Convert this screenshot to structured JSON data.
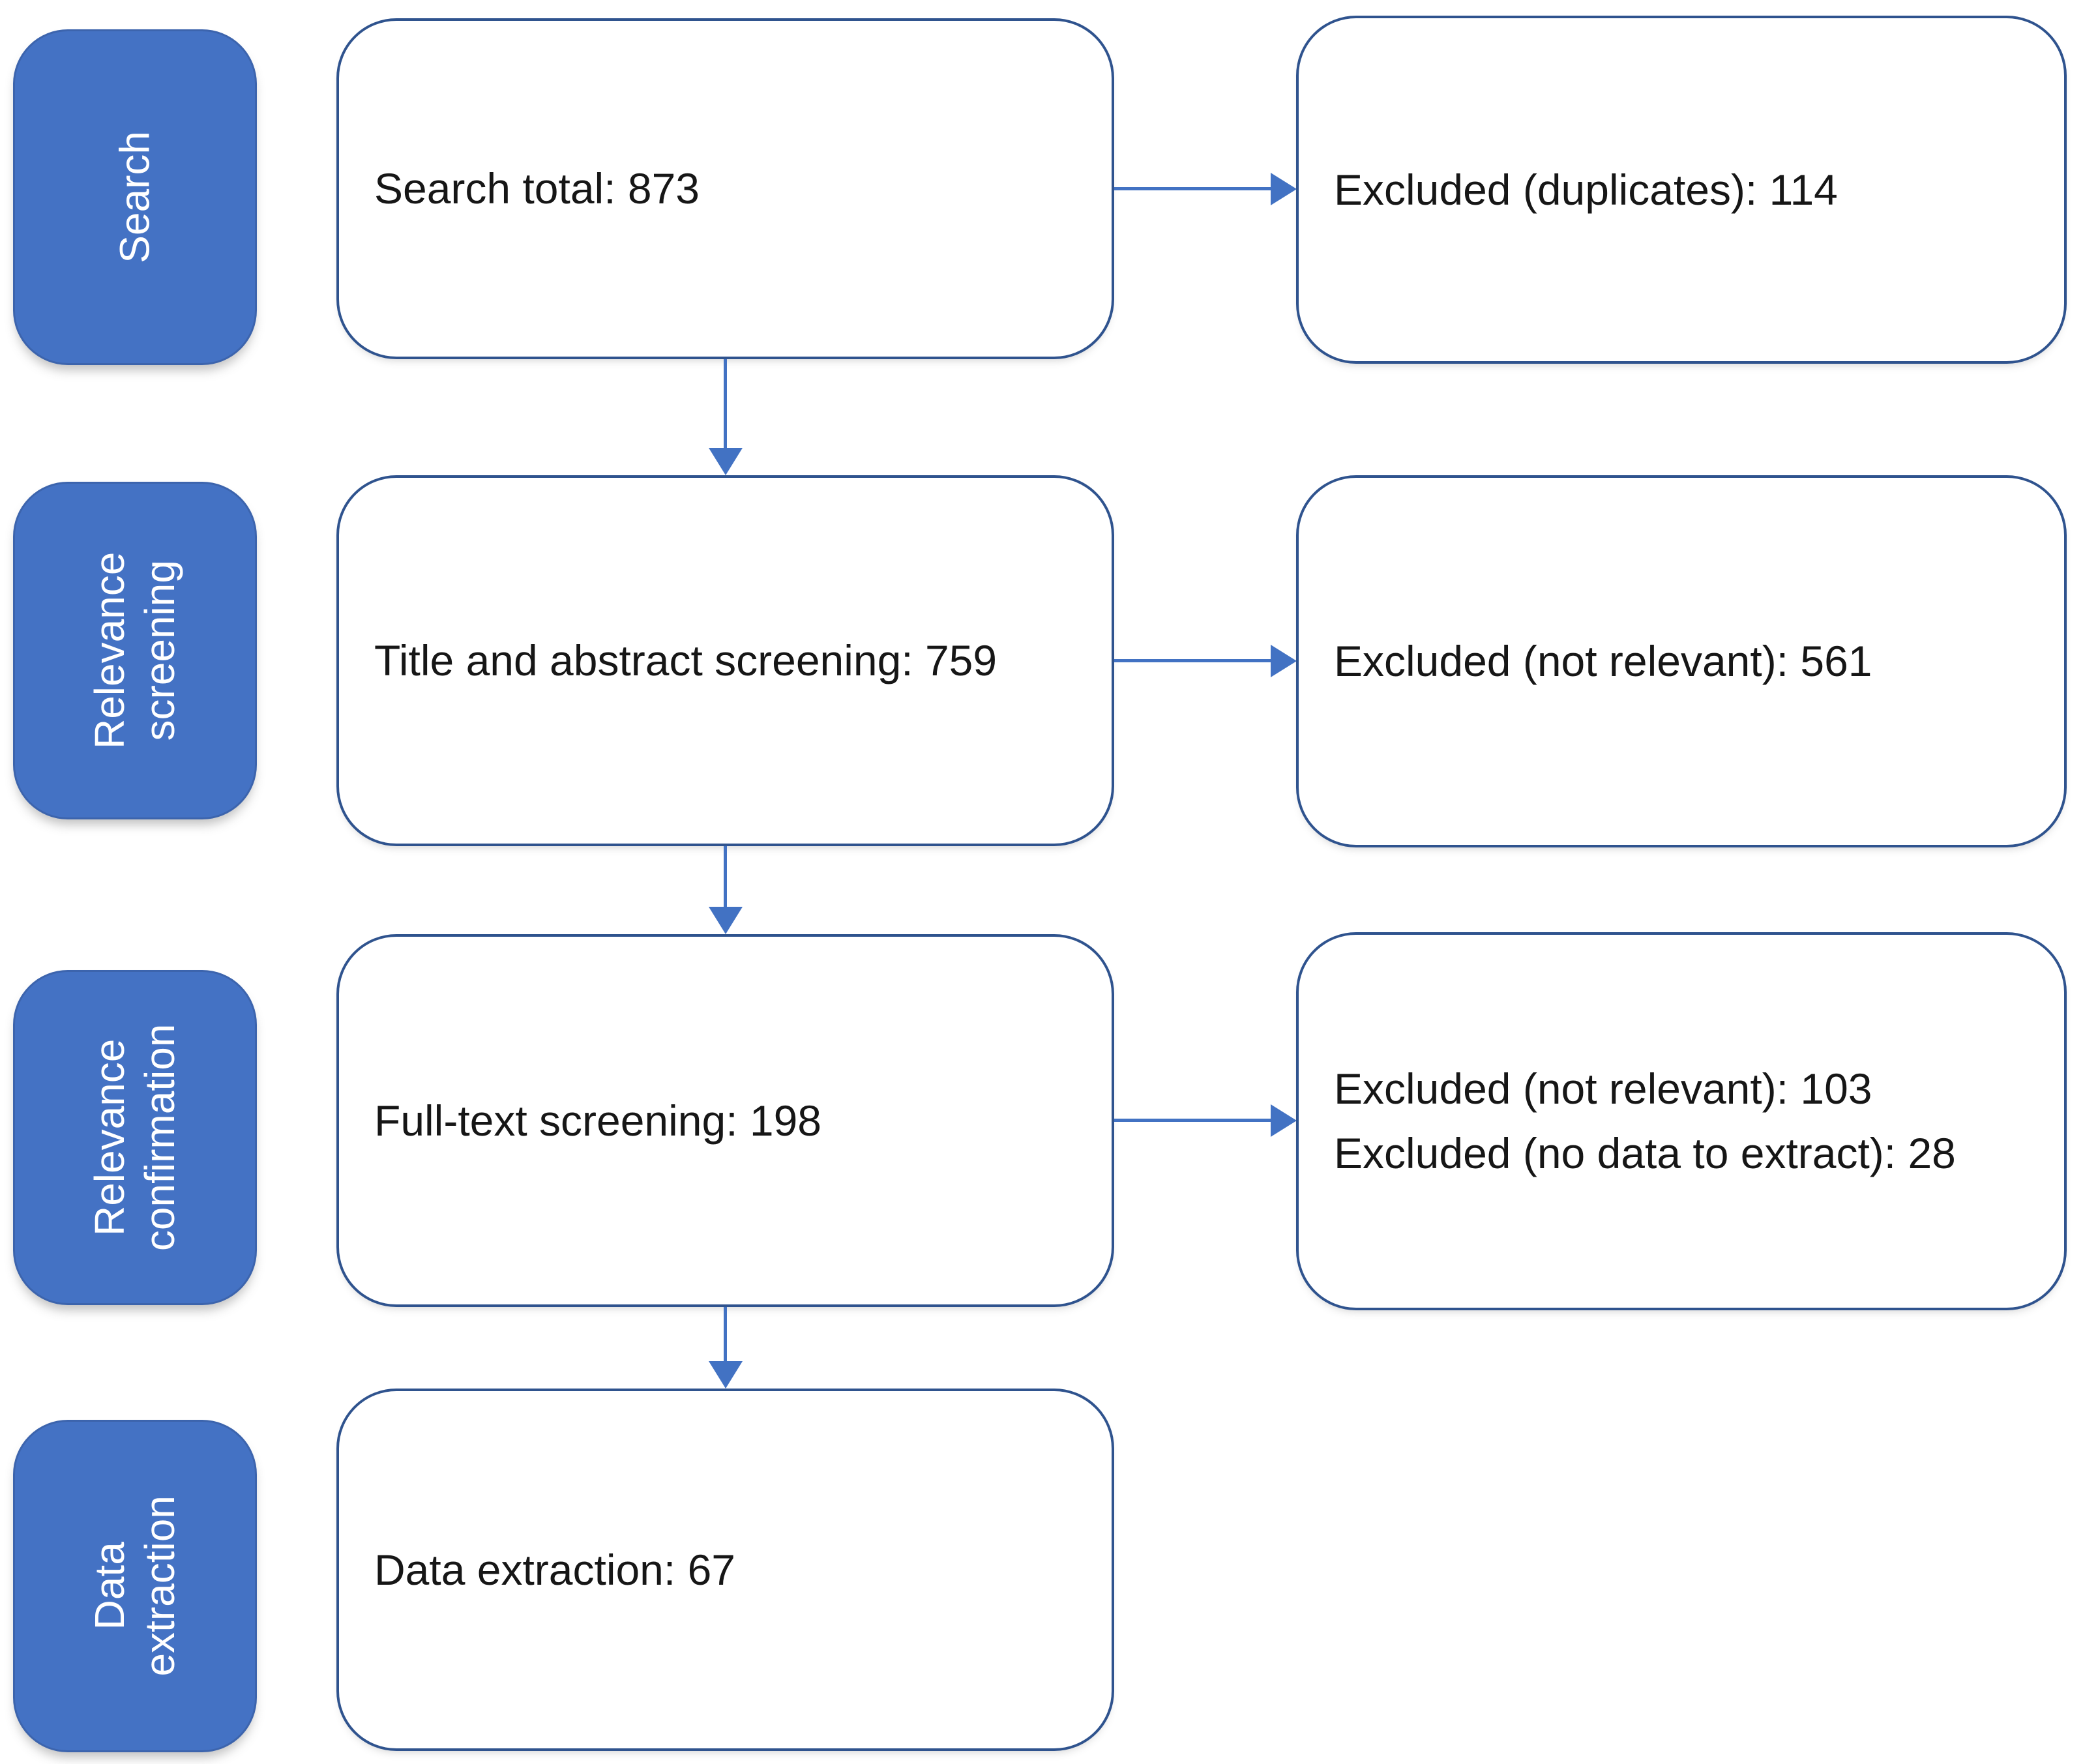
{
  "stages": [
    {
      "label": "Search",
      "main": "Search total: 873",
      "excluded": [
        "Excluded (duplicates): 114"
      ]
    },
    {
      "label": "Relevance screening",
      "main": "Title and abstract screening: 759",
      "excluded": [
        "Excluded (not relevant): 561"
      ]
    },
    {
      "label": "Relevance confirmation",
      "main": "Full-text screening: 198",
      "excluded": [
        "Excluded (not relevant): 103",
        "Excluded (no data to extract): 28"
      ]
    },
    {
      "label": "Data extraction",
      "main": "Data extraction: 67",
      "excluded": []
    }
  ],
  "colors": {
    "background": "#ffffff",
    "stage_fill": "#4472c4",
    "stage_border": "#3c64ad",
    "stage_text": "#ffffff",
    "box_bg": "#ffffff",
    "box_border": "#2f538e",
    "arrow": "#4272c3",
    "text": "#161616"
  }
}
